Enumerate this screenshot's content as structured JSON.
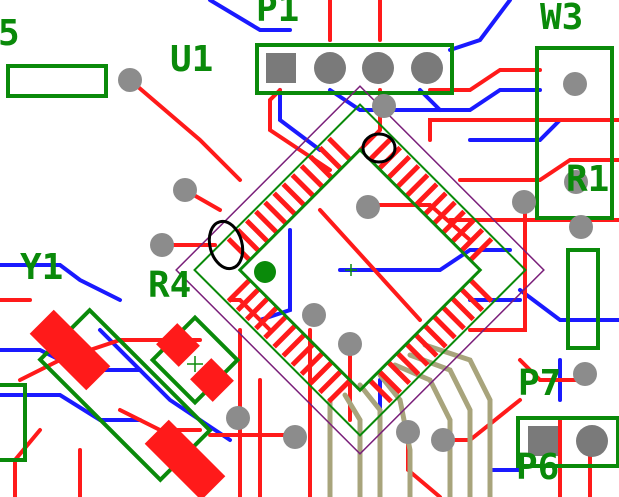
{
  "labels": {
    "left_edge": "5",
    "u1": "U1",
    "p1": "P1",
    "w3": "W3",
    "r1": "R1",
    "y1": "Y1",
    "r4": "R4",
    "p7": "P7",
    "p6": "P6"
  },
  "colors": {
    "top_copper": "#ff1a1a",
    "bottom_copper": "#1a1aff",
    "silkscreen": "#0a8a0a",
    "via": "#8c8c8c",
    "pad": "#7a7a7a",
    "unrouted": "#a8a47c",
    "highlight": "#000000",
    "board_outline": "#7a1f7a"
  }
}
